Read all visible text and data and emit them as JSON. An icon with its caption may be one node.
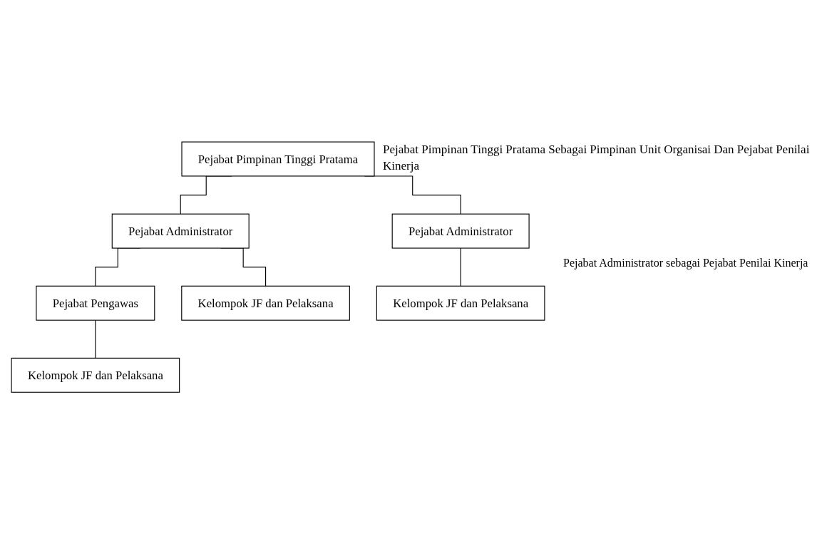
{
  "diagram": {
    "nodes": [
      {
        "text": [
          "Pejabat Pimpinan Tinggi Pratama"
        ],
        "beside": [
          "Pejabat Pimpinan Tinggi Pratama Sebagai Pimpinan Unit Organisai Dan Pejabat Penilai Kinerja"
        ]
      },
      {
        "text": [
          "Pejabat Administrator"
        ]
      },
      {
        "text": [
          "Pejabat Administrator"
        ]
      },
      {
        "text": [
          "Pejabat Pengawas"
        ]
      },
      {
        "text": [
          "Kelompok JF dan Pelaksana"
        ]
      },
      {
        "text": [
          "Kelompok JF dan Pelaksana"
        ]
      },
      {
        "text": [
          "Kelompok JF dan Pelaksana"
        ]
      }
    ],
    "edges": [
      {
        "from": 0,
        "to": 1,
        "arrow": "none"
      },
      {
        "from": 0,
        "to": 2,
        "arrow": "none"
      },
      {
        "from": 1,
        "to": 4,
        "arrow": "none"
      },
      {
        "from": 1,
        "to": 3,
        "arrow": "none"
      },
      {
        "from": 3,
        "to": 5,
        "arrow": "none"
      },
      {
        "from": 2,
        "to": 6,
        "arrow": "none"
      }
    ],
    "labels": [
      "Pejabat Administrator sebagai Pejabat Penilai Kinerja"
    ]
  }
}
